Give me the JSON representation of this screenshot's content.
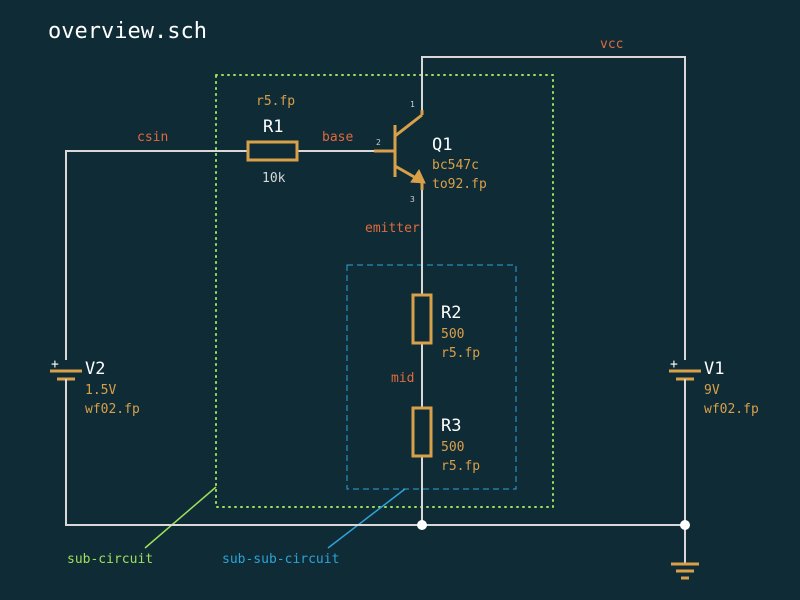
{
  "title": "overview.sch",
  "nets": {
    "vcc": "vcc",
    "csin": "csin",
    "base": "base",
    "emitter": "emitter",
    "mid": "mid"
  },
  "components": {
    "R1": {
      "ref": "R1",
      "value": "10k",
      "footprint": "r5.fp"
    },
    "Q1": {
      "ref": "Q1",
      "value": "bc547c",
      "footprint": "to92.fp",
      "pins": [
        "1",
        "2",
        "3"
      ]
    },
    "R2": {
      "ref": "R2",
      "value": "500",
      "footprint": "r5.fp"
    },
    "R3": {
      "ref": "R3",
      "value": "500",
      "footprint": "r5.fp"
    },
    "V1": {
      "ref": "V1",
      "value": "9V",
      "footprint": "wf02.fp",
      "polarity": "+"
    },
    "V2": {
      "ref": "V2",
      "value": "1.5V",
      "footprint": "wf02.fp",
      "polarity": "+"
    }
  },
  "groups": {
    "sub_circuit": {
      "label": "sub-circuit",
      "color": "#9ee05a"
    },
    "sub_sub_circuit": {
      "label": "sub-sub-circuit",
      "color": "#2ea3d6"
    }
  },
  "colors": {
    "background": "#0e2b36",
    "wire": "#d8d8d8",
    "component": "#d9a04a",
    "net_label": "#e06a3c"
  }
}
